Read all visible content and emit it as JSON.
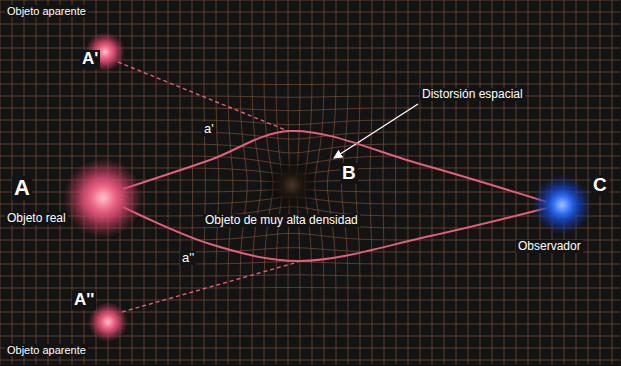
{
  "diagram": {
    "nodes": [
      {
        "text": [
          "Objeto aparente",
          "A'"
        ]
      },
      {
        "text": [
          "A",
          "Objeto real"
        ]
      },
      {
        "text": [
          "B",
          "Objeto de muy alta densidad"
        ]
      },
      {
        "text": [
          "C",
          "Observador"
        ]
      },
      {
        "text": [
          "A''",
          "Objeto aparente"
        ]
      }
    ],
    "edges": [
      {
        "from": 1,
        "to": 3,
        "label": "a'",
        "arrow": "none"
      },
      {
        "from": 1,
        "to": 3,
        "label": "a''",
        "arrow": "none"
      }
    ],
    "labels": [
      "Distorsión espacial"
    ]
  }
}
